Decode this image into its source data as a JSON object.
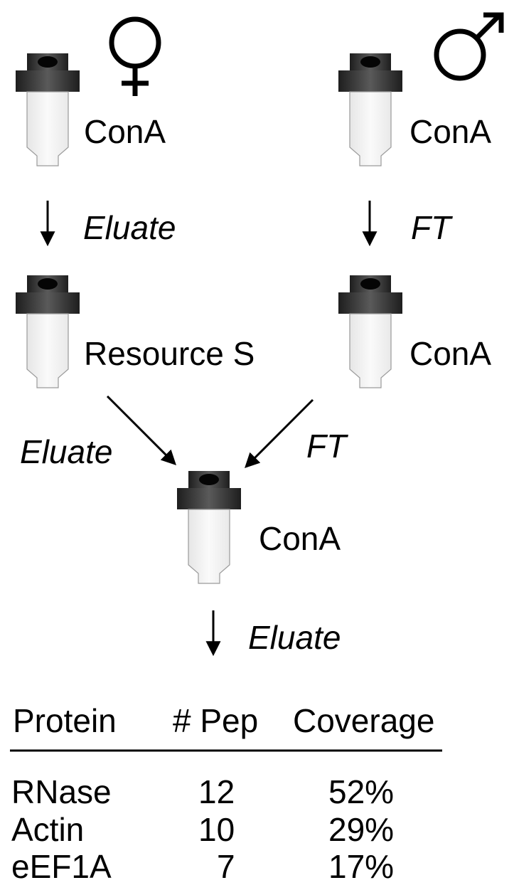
{
  "diagram": {
    "left_branch": {
      "symbol": "female-symbol",
      "column1_label": "ConA",
      "step1_label": "Eluate",
      "column2_label": "Resource S",
      "merge_label": "Eluate"
    },
    "right_branch": {
      "symbol": "male-symbol",
      "column1_label": "ConA",
      "step1_label": "FT",
      "column2_label": "ConA",
      "merge_label": "FT"
    },
    "final_column_label": "ConA",
    "final_step_label": "Eluate"
  },
  "table": {
    "headers": [
      "Protein",
      "# Pep",
      "Coverage"
    ],
    "rows": [
      {
        "protein": "RNase",
        "pep": "12",
        "coverage": "52%"
      },
      {
        "protein": "Actin",
        "pep": "10",
        "coverage": "29%"
      },
      {
        "protein": "eEF1A",
        "pep": "7",
        "coverage": "17%"
      }
    ]
  },
  "colors": {
    "cap_dark": "#1a1a1a",
    "cap_mid": "#4a4a4a",
    "tube_fill": "#f5f5f5",
    "tube_stroke": "#9a9a9a"
  }
}
